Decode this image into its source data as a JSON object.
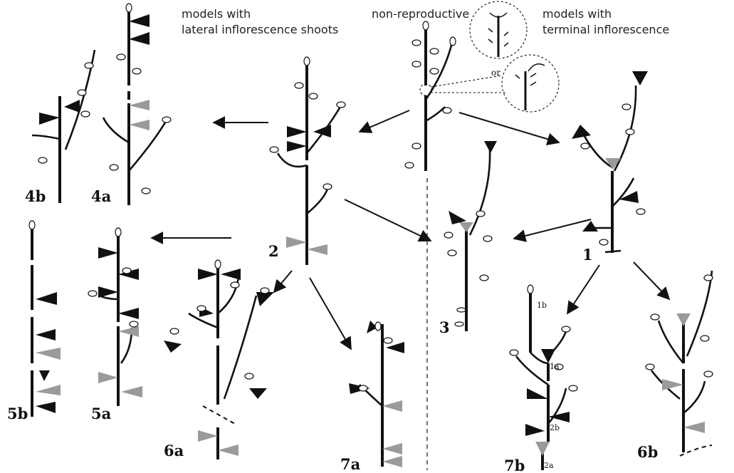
{
  "headers": {
    "lateral_line1": "models with",
    "lateral_line2": "lateral inflorescence shoots",
    "nonrepro": "non-reproductive",
    "terminal_line1": "models with",
    "terminal_line2": "terminal inflorescence",
    "or_text": "or"
  },
  "labels": {
    "m4b": "4b",
    "m4a": "4a",
    "m2": "2",
    "m1": "1",
    "m3": "3",
    "m5b": "5b",
    "m5a": "5a",
    "m6a": "6a",
    "m7a": "7a",
    "m7b": "7b",
    "m6b": "6b"
  },
  "small_labels": {
    "s1b": "1b",
    "s1a": "1a",
    "s2b": "2b",
    "s2a": "2a"
  }
}
